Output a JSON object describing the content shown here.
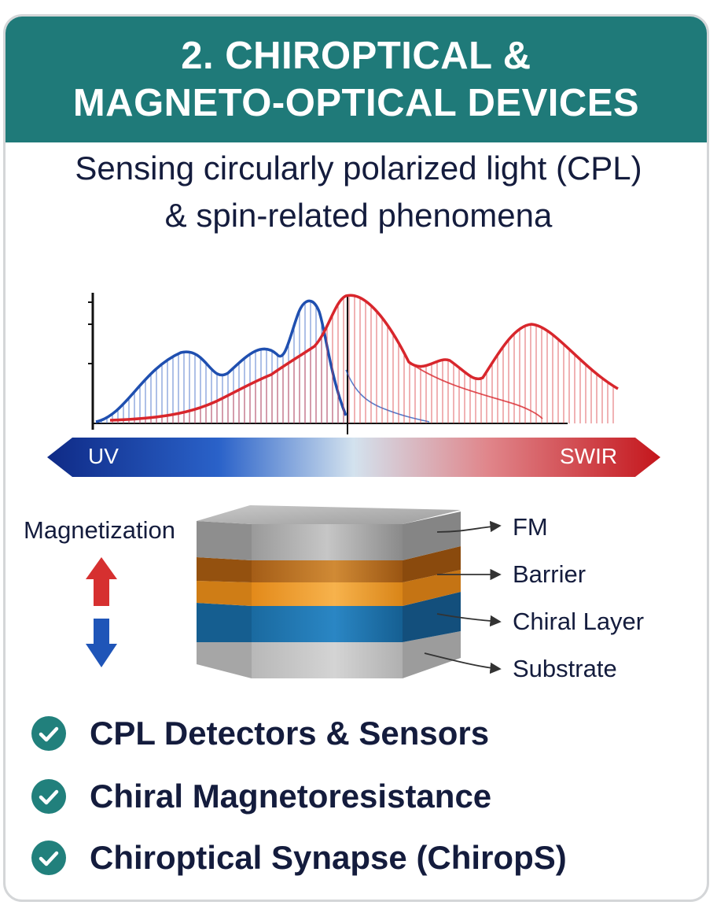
{
  "header": {
    "line1": "2. CHIROPTICAL &",
    "line2": "MAGNETO-OPTICAL DEVICES"
  },
  "subtitle": {
    "line1": "Sensing circularly polarized light (CPL)",
    "line2": "& spin-related phenomena"
  },
  "spectrum": {
    "left_label": "UV",
    "right_label": "SWIR"
  },
  "magnetization": {
    "label": "Magnetization"
  },
  "layers": [
    {
      "label": "FM"
    },
    {
      "label": "Barrier"
    },
    {
      "label": "Chiral Layer"
    },
    {
      "label": "Substrate"
    }
  ],
  "applications": [
    {
      "label": "CPL Detectors & Sensors"
    },
    {
      "label": "Chiral Magnetoresistance"
    },
    {
      "label": "Chiroptical Synapse (ChiropS)"
    }
  ],
  "colors": {
    "header_bg": "#1f7a79",
    "blue_series": "#1f4fb0",
    "red_series": "#d8262c",
    "check_bg": "#21807c"
  }
}
